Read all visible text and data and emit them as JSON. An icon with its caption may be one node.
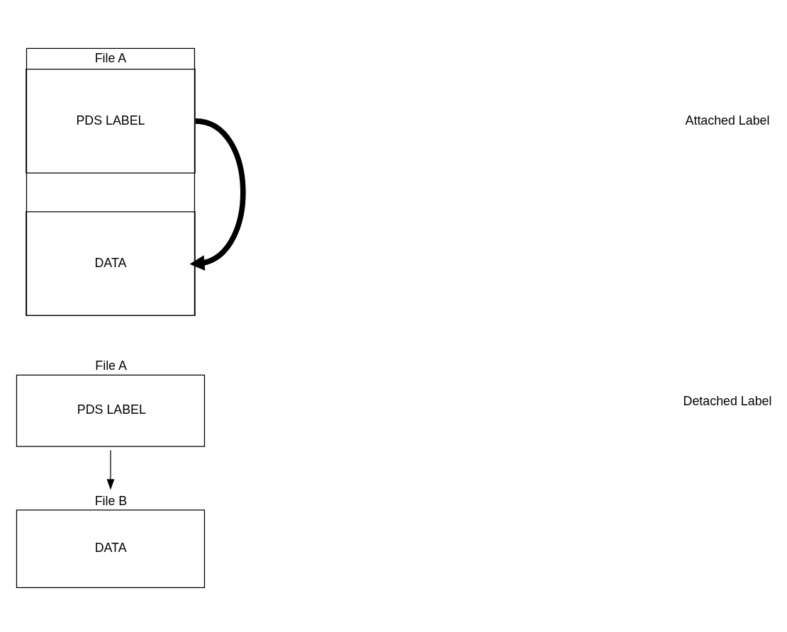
{
  "diagram": {
    "nodes": [
      {
        "text": [
          "File A"
        ]
      },
      {
        "text": [
          "PDS LABEL"
        ],
        "in": 0
      },
      {
        "text": [
          "DATA"
        ],
        "in": 0
      },
      {
        "text": [
          "File A",
          "PDS LABEL"
        ]
      },
      {
        "text": [
          "File B",
          "DATA"
        ]
      }
    ],
    "edges": [
      {
        "from": 1,
        "to": 2,
        "arrow": "to",
        "style": "thick"
      },
      {
        "from": 3,
        "to": 4,
        "arrow": "to"
      }
    ],
    "labels": [
      "Attached Label",
      "Detached Label"
    ]
  }
}
